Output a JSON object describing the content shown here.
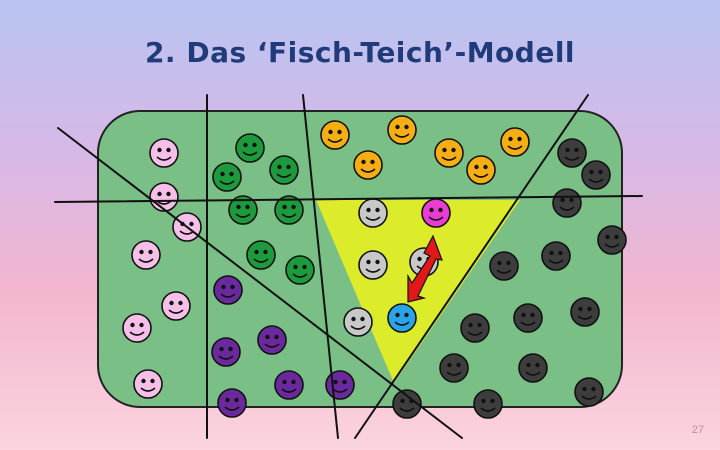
{
  "slide": {
    "title": "2. Das ‘Fisch-Teich’-Modell",
    "page_number": "27"
  },
  "colors": {
    "pond": "#79bf86",
    "highlight_region": "#ddec2a",
    "arrow": "#e01818",
    "smiley_pink": "#f5bfe8",
    "smiley_green": "#1c9a3c",
    "smiley_orange": "#f7ae12",
    "smiley_purple": "#6a2a9e",
    "smiley_dark": "#3d3d3d",
    "smiley_light_gray": "#c8c8c8",
    "smiley_magenta": "#e83cd2",
    "smiley_blue": "#2aa4e8"
  },
  "fish": [
    {
      "group": "pink"
    },
    {
      "group": "pink"
    },
    {
      "group": "pink"
    },
    {
      "group": "pink"
    },
    {
      "group": "pink"
    },
    {
      "group": "pink"
    },
    {
      "group": "pink"
    },
    {
      "group": "green"
    },
    {
      "group": "green"
    },
    {
      "group": "green"
    },
    {
      "group": "green"
    },
    {
      "group": "green"
    },
    {
      "group": "green"
    },
    {
      "group": "green"
    },
    {
      "group": "orange"
    },
    {
      "group": "orange"
    },
    {
      "group": "orange"
    },
    {
      "group": "orange"
    },
    {
      "group": "orange"
    },
    {
      "group": "orange"
    },
    {
      "group": "purple"
    },
    {
      "group": "purple"
    },
    {
      "group": "purple"
    },
    {
      "group": "purple"
    },
    {
      "group": "purple"
    },
    {
      "group": "purple"
    },
    {
      "group": "dark"
    },
    {
      "group": "dark"
    },
    {
      "group": "dark"
    },
    {
      "group": "dark"
    },
    {
      "group": "dark"
    },
    {
      "group": "dark"
    },
    {
      "group": "dark"
    },
    {
      "group": "dark"
    },
    {
      "group": "dark"
    },
    {
      "group": "dark"
    },
    {
      "group": "dark"
    },
    {
      "group": "dark"
    },
    {
      "group": "dark"
    },
    {
      "group": "dark"
    },
    {
      "group": "light_gray"
    },
    {
      "group": "light_gray"
    },
    {
      "group": "light_gray"
    },
    {
      "group": "light_gray"
    },
    {
      "group": "magenta"
    },
    {
      "group": "blue"
    }
  ]
}
